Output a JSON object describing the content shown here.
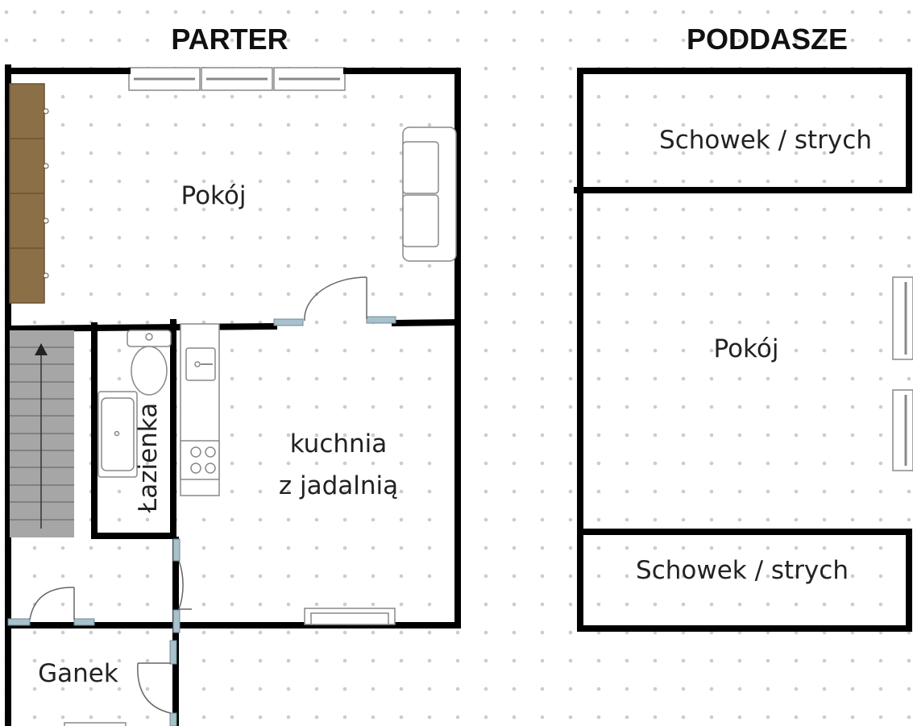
{
  "plans": [
    {
      "title": "PARTER",
      "rooms": [
        {
          "label": "Pokój"
        },
        {
          "label": "kuchnia",
          "label_line2": "z jadalnią"
        },
        {
          "label": "Łazienka"
        },
        {
          "label": "Ganek"
        }
      ]
    },
    {
      "title": "PODDASZE",
      "rooms": [
        {
          "label": "Schowek / strych"
        },
        {
          "label": "Pokój"
        },
        {
          "label": "Schowek / strych"
        }
      ]
    }
  ],
  "colors": {
    "wall": "#000000",
    "wardrobe": "#8b6f47",
    "stairs": "#a6a6a6",
    "door_jamb": "#a9c1cc",
    "grid_dot": "#c9ccd3"
  }
}
